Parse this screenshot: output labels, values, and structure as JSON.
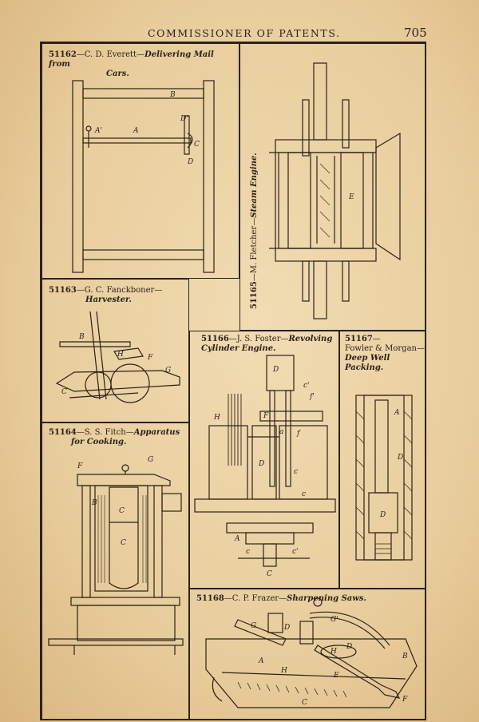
{
  "header": {
    "running_title": "COMMISSIONER OF PATENTS.",
    "page_number": "705"
  },
  "patents": [
    {
      "number": "51162",
      "inventor": "—C. D. Everett—",
      "title_line1": "Delivering Mail from",
      "title_line2": "Cars.",
      "figure_letters": [
        "B",
        "A'",
        "A",
        "D'",
        "C",
        "D"
      ]
    },
    {
      "number": "51163",
      "inventor": "—G. C. Fanckboner—",
      "title_line1": "Harvester.",
      "title_line2": "",
      "figure_letters": [
        "B",
        "H",
        "F",
        "G",
        "C"
      ]
    },
    {
      "number": "51164",
      "inventor": "—S. S. Fitch—",
      "title_line1": "Apparatus",
      "title_line2": "for Cooking.",
      "figure_letters": [
        "F",
        "G",
        "B",
        "C",
        "C"
      ]
    },
    {
      "number": "51165",
      "inventor": "—M. Fletcher—",
      "title_line1": "Steam Engine.",
      "title_line2": "",
      "figure_letters": [
        "E"
      ]
    },
    {
      "number": "51166",
      "inventor": "—J. S. Foster—",
      "title_line1": "Revolving",
      "title_line2": "Cylinder Engine.",
      "figure_letters": [
        "D",
        "c'",
        "f'",
        "H",
        "F",
        "a",
        "f",
        "D",
        "c",
        "c",
        "A",
        "c",
        "c'",
        "C"
      ]
    },
    {
      "number": "51167",
      "inventor": "—",
      "title_line1": "Fowler & Morgan—",
      "title_line2": "Deep Well Packing.",
      "figure_letters": [
        "A",
        "D",
        "D"
      ]
    },
    {
      "number": "51168",
      "inventor": "—C. P. Frazer—",
      "title_line1": "Sharpening Saws.",
      "title_line2": "",
      "figure_letters": [
        "G'",
        "G",
        "D",
        "H",
        "D",
        "B",
        "A",
        "H",
        "E",
        "C",
        "F"
      ]
    }
  ]
}
